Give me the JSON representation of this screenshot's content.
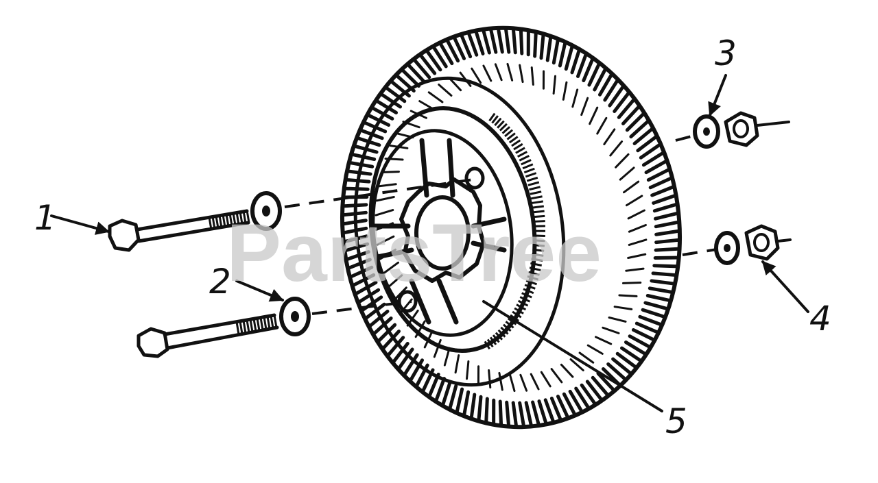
{
  "diagram": {
    "callouts": [
      {
        "id": "1",
        "part": "bolt"
      },
      {
        "id": "2",
        "part": "washer"
      },
      {
        "id": "3",
        "part": "washer"
      },
      {
        "id": "4",
        "part": "nut"
      },
      {
        "id": "5",
        "part": "wheel"
      }
    ],
    "watermark": "PartsTree"
  },
  "colors": {
    "ink": "#111111",
    "paper": "#ffffff",
    "watermark": "#c9c9c9"
  }
}
